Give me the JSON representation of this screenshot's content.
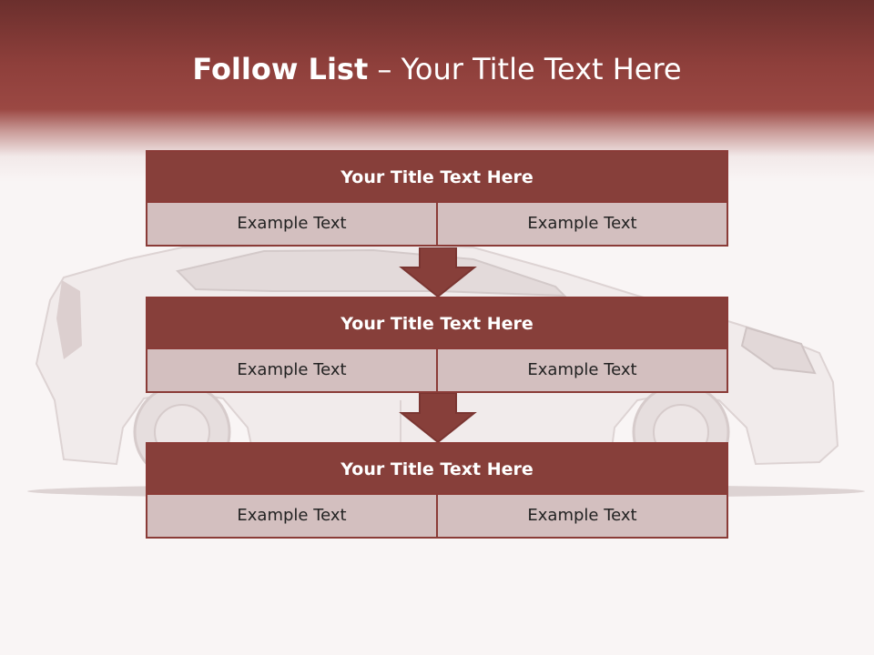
{
  "slide": {
    "title_bold": "Follow List",
    "title_rest": " – Your Title Text Here"
  },
  "blocks": [
    {
      "title": "Your Title Text Here",
      "left": "Example Text",
      "right": "Example Text"
    },
    {
      "title": "Your Title Text Here",
      "left": "Example Text",
      "right": "Example Text"
    },
    {
      "title": "Your Title Text Here",
      "left": "Example Text",
      "right": "Example Text"
    }
  ],
  "colors": {
    "accent": "#873f3a",
    "cell": "#d3bfbf",
    "header_dark": "#6b2f2d",
    "background": "#f9f5f5"
  },
  "icons": [
    "car-image",
    "arrow-down-icon"
  ]
}
